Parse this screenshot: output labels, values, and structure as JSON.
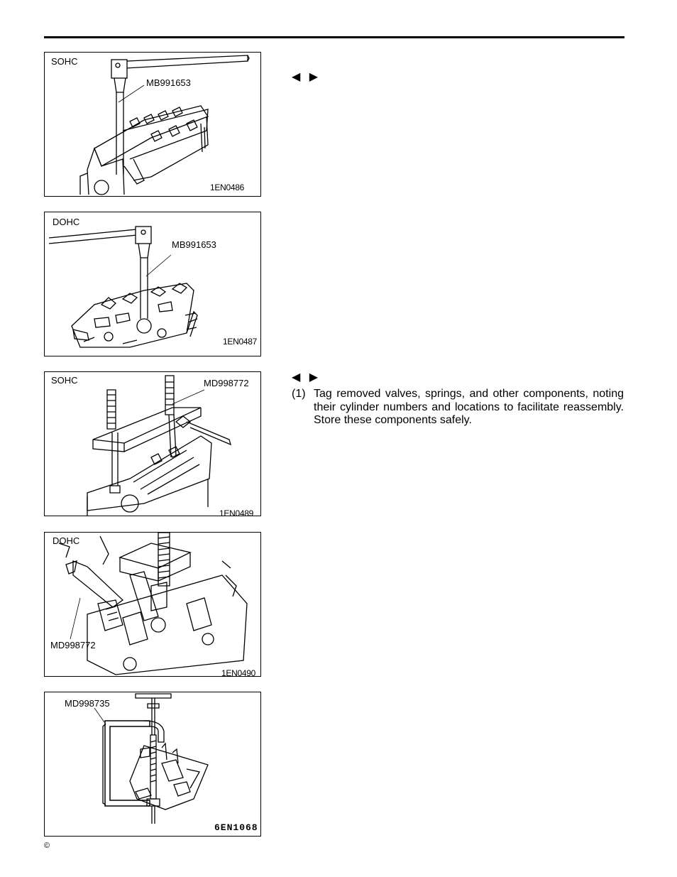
{
  "figures": [
    {
      "engine": "SOHC",
      "tool": "MB991653",
      "code": "1EN0486"
    },
    {
      "engine": "DOHC",
      "tool": "MB991653",
      "code": "1EN0487"
    },
    {
      "engine": "SOHC",
      "tool": "MD998772",
      "code": "1EN0489"
    },
    {
      "engine": "DOHC",
      "tool": "MD998772",
      "code": "1EN0490"
    },
    {
      "engine": "",
      "tool": "MD998735",
      "code": "6EN1068"
    }
  ],
  "sections": [
    {
      "arrows": "◀ ▶"
    },
    {
      "arrows": "◀ ▶",
      "step_number": "(1)",
      "step_text": "Tag removed valves, springs, and other components, noting their cylinder numbers and locations to facilitate reassembly. Store these components safely."
    }
  ],
  "footer": {
    "copyright": "©"
  }
}
